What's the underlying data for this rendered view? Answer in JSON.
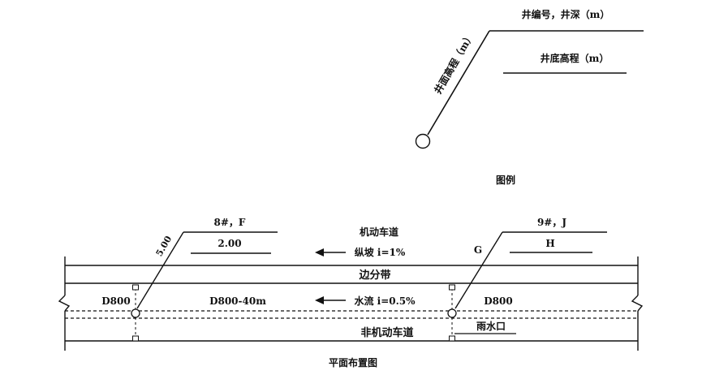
{
  "legend": {
    "well_no_depth": "井编号，井深（m）",
    "bottom_elevation": "井底高程（m）",
    "surface_elevation": "井面高程（m）",
    "caption": "图例"
  },
  "plan": {
    "left_well_label": "8#，F",
    "left_well_value": "2.00",
    "left_surface_value": "5.00",
    "right_well_label": "9#，J",
    "right_well_value": "H",
    "right_surface_value": "G",
    "motor_lane": "机动车道",
    "slope": "纵坡 i=1%",
    "median": "边分带",
    "pipe_left": "D800",
    "pipe_mid": "D800-40m",
    "flow": "水流 i=0.5%",
    "pipe_right": "D800",
    "non_motor_lane": "非机动车道",
    "inlet": "雨水口",
    "caption": "平面布置图"
  },
  "colors": {
    "ink": "#111111",
    "background": "#ffffff"
  }
}
